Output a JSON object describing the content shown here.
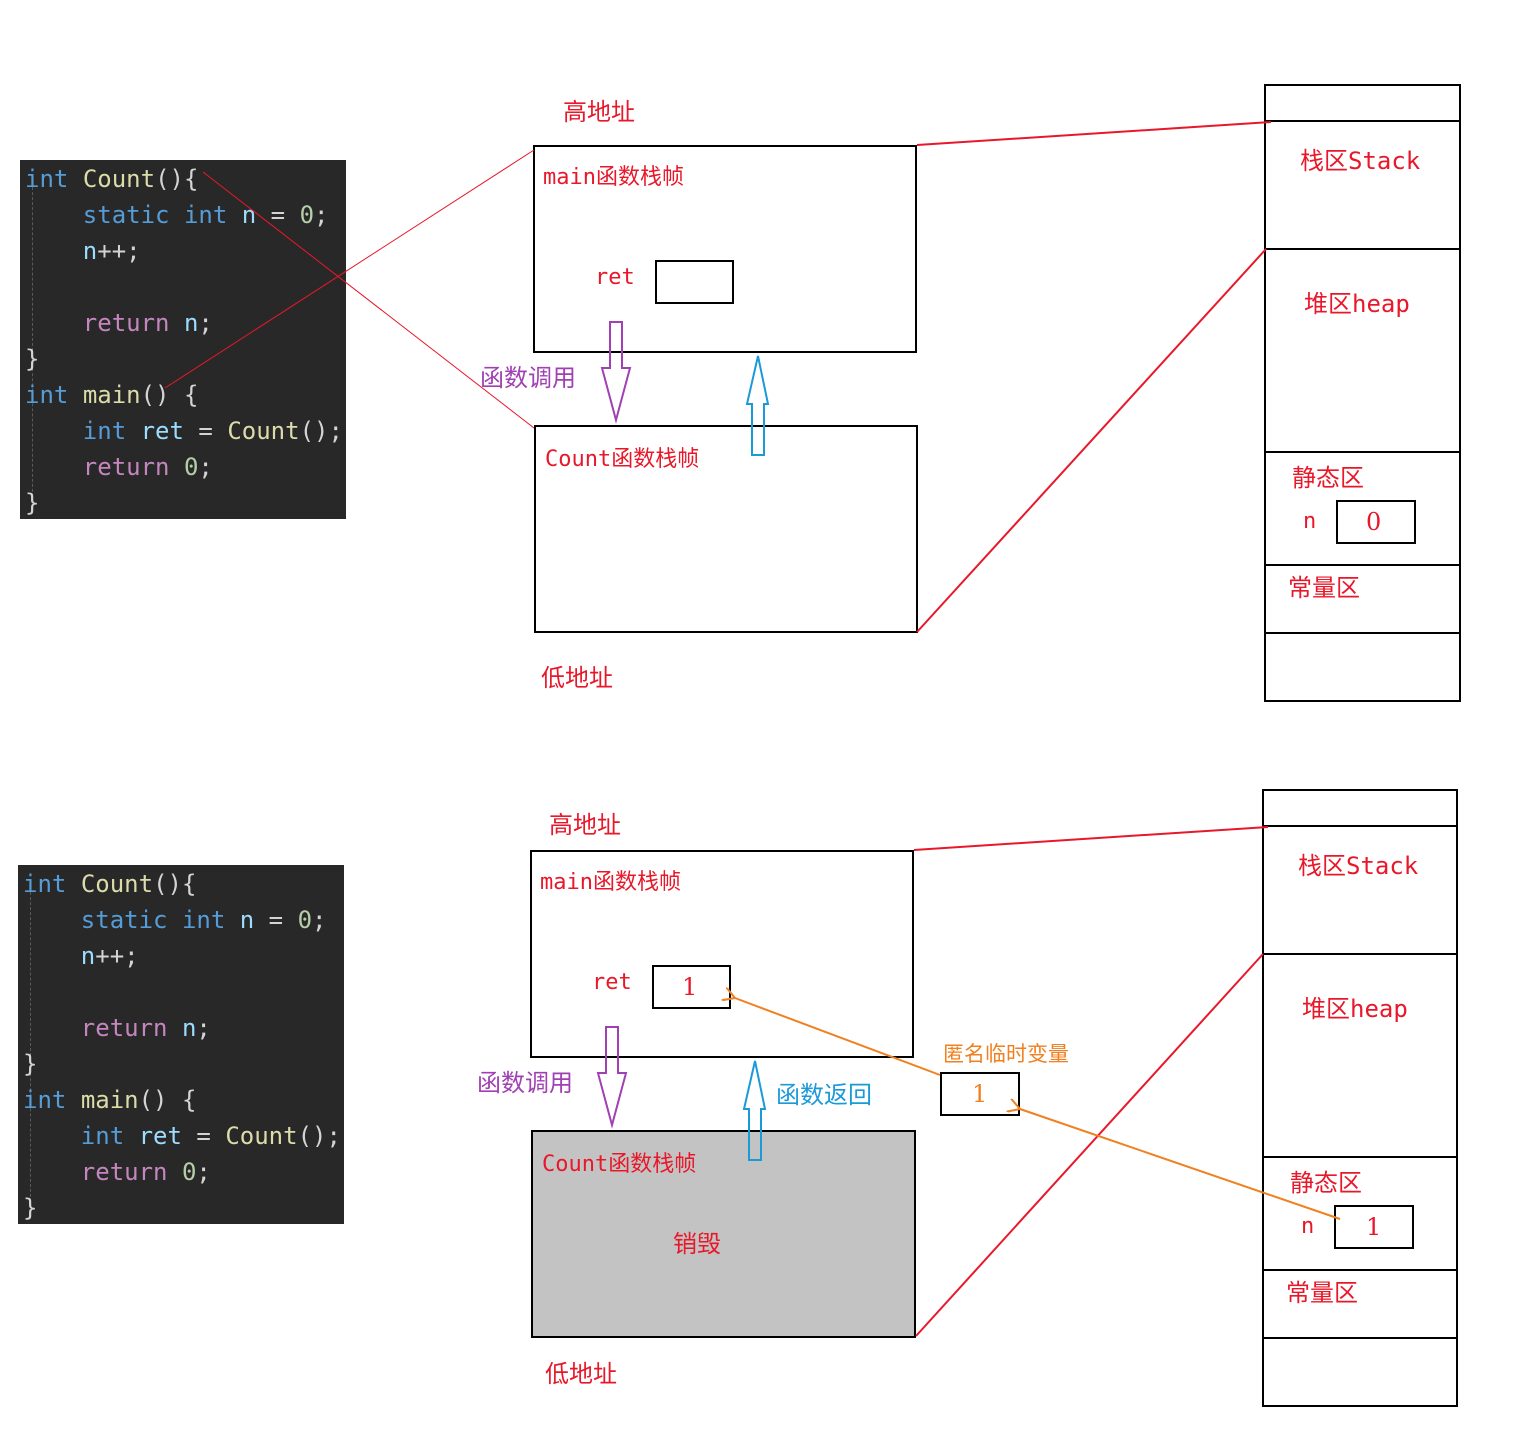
{
  "code": {
    "lines": [
      {
        "kw": "int",
        "name": "Count",
        "rest": "(){"
      },
      {
        "kw": "static int",
        "name": "n",
        "rest": " = ",
        "num": "0",
        "end": ";"
      },
      {
        "text": "n++;"
      },
      {
        "text": ""
      },
      {
        "ctl": "return",
        "name": "n",
        "end": ";"
      },
      {
        "brace": "}"
      },
      {
        "kw": "int",
        "name": "main",
        "rest": "() {"
      },
      {
        "kw": "int",
        "name": "ret",
        "rest": " = ",
        "fn": "Count",
        "end": "();"
      },
      {
        "ctl": "return",
        "num": "0",
        "end": ";"
      },
      {
        "brace": "}"
      }
    ]
  },
  "top": {
    "high_address": "高地址",
    "low_address": "低地址",
    "main_frame": "main函数栈帧",
    "ret_label": "ret",
    "ret_value": "",
    "count_frame": "Count函数栈帧",
    "call_label": "函数调用",
    "memory": {
      "stack": "栈区Stack",
      "heap": "堆区heap",
      "static": "静态区",
      "n_label": "n",
      "n_value": "0",
      "const": "常量区"
    }
  },
  "bottom": {
    "high_address": "高地址",
    "low_address": "低地址",
    "main_frame": "main函数栈帧",
    "ret_label": "ret",
    "ret_value": "1",
    "count_frame": "Count函数栈帧",
    "destroyed": "销毁",
    "call_label": "函数调用",
    "return_label": "函数返回",
    "temp_label": "匿名临时变量",
    "temp_value": "1",
    "memory": {
      "stack": "栈区Stack",
      "heap": "堆区heap",
      "static": "静态区",
      "n_label": "n",
      "n_value": "1",
      "const": "常量区"
    }
  },
  "colors": {
    "red": "#e8182a",
    "purple": "#a040b4",
    "blue": "#1a9ad8",
    "orange": "#f08020"
  }
}
